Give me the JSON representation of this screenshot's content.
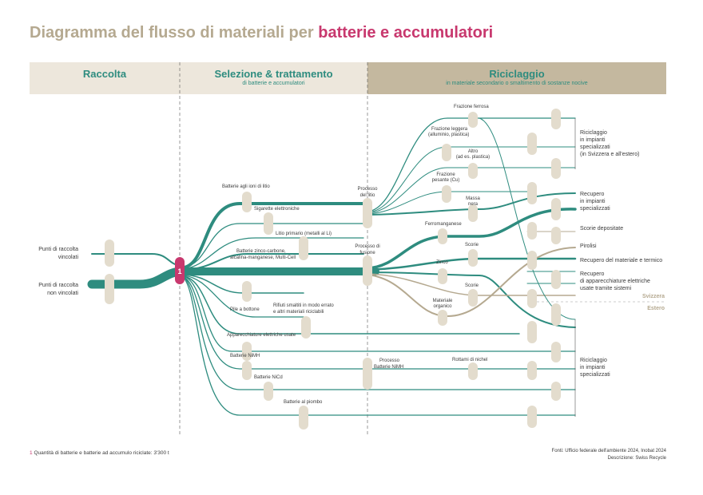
{
  "title": {
    "main": "Diagramma del flusso di materiali per",
    "accent": "batterie e accumulatori"
  },
  "colors": {
    "teal": "#2e8c7f",
    "sand": "#b5a990",
    "node": "#e3dccd",
    "band_light": "#ede7dc",
    "magenta": "#c8386e"
  },
  "sections": {
    "raccolta": {
      "title": "Raccolta"
    },
    "selezione": {
      "title": "Selezione & trattamento",
      "subtitle": "di batterie e accumulatori"
    },
    "riciclaggio": {
      "title": "Riciclaggio",
      "subtitle": "in materiale secondario o smaltimento di sostanze nocive"
    }
  },
  "sources": {
    "vincolati": [
      "Punti di raccolta",
      "vincolati"
    ],
    "non_vincolati": [
      "Punti di raccolta",
      "non vincolati"
    ]
  },
  "hub_label": "1",
  "batteries": {
    "litio": "Batterie agli ioni di litio",
    "sigarette": "Sigarette elettroniche",
    "litio_primario": "Litio primario (metalli al Li)",
    "zinco": [
      "Batterie zinco-carbone,",
      "alcalina-manganese, Multi-Cell"
    ],
    "bottone": "Pile a bottone",
    "rifiuti": [
      "Rifiuti smaltiti in modo errato",
      "e altri materiali riciclabili"
    ],
    "apparecchiature": "Apparecchiature elettriche usate",
    "nimh": "Batterie NiMH",
    "nicd": "Batterie NiCd",
    "piombo": "Batterie al piombo"
  },
  "processes": {
    "litio": [
      "Processo",
      "del litio"
    ],
    "fusione": [
      "Processo di",
      "fusione"
    ],
    "nimh": [
      "Processo",
      "Batterie NiMH"
    ]
  },
  "fractions": {
    "ferrosa": "Frazione ferrosa",
    "leggera": [
      "Frazione leggera",
      "(alluminio, plastica)"
    ],
    "altro": [
      "Altro",
      "(ad es. plastica)"
    ],
    "pesante": [
      "Frazione",
      "pesante (Cu)"
    ],
    "massa_nera": [
      "Massa",
      "nera"
    ],
    "ferromanganese": "Ferromanganese",
    "scorie_1": "Scorie",
    "zinco": "Zinco",
    "scorie_2": "Scorie",
    "organico": [
      "Materiale",
      "organico"
    ],
    "rottami": "Rottami di nichel"
  },
  "outputs": {
    "riciclaggio_top": [
      "Riciclaggio",
      "in impianti",
      "specializzati",
      "(in Svizzera e all'estero)"
    ],
    "recupero_impianti": [
      "Recupero",
      "in impianti",
      "specializzati"
    ],
    "scorie_depositate": "Scorie depositate",
    "pirolisi": "Pirolisi",
    "recupero_termico": "Recupero del materiale e termico",
    "recupero_app": [
      "Recupero",
      "di apparecchiature elettriche",
      "usate tramite sistemi"
    ],
    "svizzera": "Svizzera",
    "estero": "Estero",
    "riciclaggio_bottom": [
      "Riciclaggio",
      "in impianti",
      "specializzati"
    ]
  },
  "footer": {
    "marker": "1",
    "note": "Quantità di batterie e batterie ad accumulo riciclate: 3'300 t",
    "sources": "Fonti: Ufficio federale dell'ambiente 2024, Inobat 2024",
    "description": "Descrizione: Swiss Recycle"
  }
}
